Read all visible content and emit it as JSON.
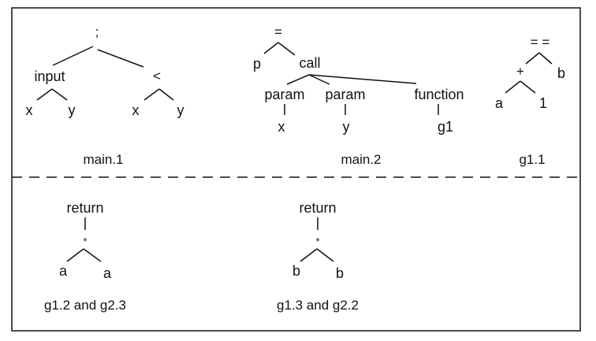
{
  "trees": {
    "main1": {
      "root": ";",
      "left_op": "input",
      "right_op": "<",
      "input_x": "x",
      "input_y": "y",
      "lt_x": "x",
      "lt_y": "y",
      "caption": "main.1"
    },
    "main2": {
      "root": "=",
      "lhs": "p",
      "call": "call",
      "param1": "param",
      "param2": "param",
      "function": "function",
      "arg1": "x",
      "arg2": "y",
      "fname": "g1",
      "caption": "main.2"
    },
    "g11": {
      "root": "= =",
      "plus": "+",
      "b": "b",
      "a": "a",
      "one": "1",
      "caption": "g1.1"
    },
    "g12": {
      "ret": "return",
      "mul": "*",
      "a1": "a",
      "a2": "a",
      "caption": "g1.2 and g2.3"
    },
    "g13": {
      "ret": "return",
      "mul": "*",
      "b1": "b",
      "b2": "b",
      "caption": "g1.3 and g2.2"
    }
  }
}
